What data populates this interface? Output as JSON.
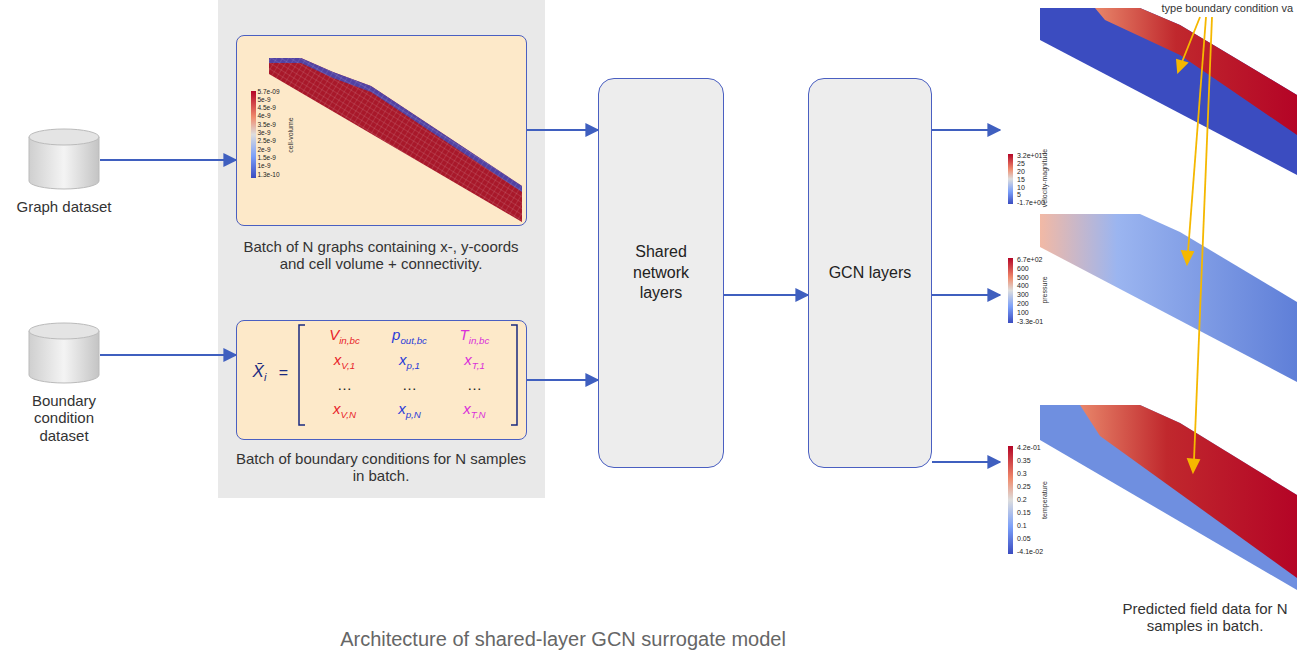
{
  "diagram": {
    "caption": "Architecture of shared-layer GCN surrogate model",
    "nodes": [
      {
        "text": [
          "Graph dataset"
        ]
      },
      {
        "text": [
          "5.7e-09",
          "5e-9",
          "4.5e-9",
          "4e-9",
          "3.5e-9",
          "3e-9",
          "2.5e-9",
          "2e-9",
          "1.5e-9",
          "1e-9",
          "1.3e-10",
          "cell-volume",
          "Batch of N graphs containing x-, y-coords and cell volume + connectivity."
        ]
      },
      {
        "text": [
          "Boundary condition dataset"
        ]
      },
      {
        "text": [
          "X̄i",
          "=",
          "Vin,bc",
          "pout,bc",
          "Tin,bc",
          "xV,1",
          "xp,1",
          "xT,1",
          "…",
          "…",
          "…",
          "xV,N",
          "xp,N",
          "xT,N",
          "Batch of boundary conditions for N samples in batch."
        ]
      },
      {
        "text": [
          "Shared network layers"
        ]
      },
      {
        "text": [
          "GCN layers"
        ]
      },
      {
        "text": [
          "3.2e+01",
          "25",
          "20",
          "15",
          "10",
          "5",
          "-1.7e+00",
          "velocity-magnitude"
        ]
      },
      {
        "text": [
          "6.7e+02",
          "600",
          "500",
          "400",
          "300",
          "200",
          "100",
          "-3.3e-01",
          "pressure"
        ]
      },
      {
        "text": [
          "4.2e-01",
          "0.35",
          "0.3",
          "0.25",
          "0.2",
          "0.15",
          "0.1",
          "0.05",
          "-4.1e-02",
          "temperature"
        ]
      }
    ],
    "edges": [
      {
        "from": 0,
        "to": 1,
        "arrow": "to"
      },
      {
        "from": 2,
        "to": 3,
        "arrow": "to"
      },
      {
        "from": 1,
        "to": 4,
        "arrow": "to"
      },
      {
        "from": 3,
        "to": 4,
        "arrow": "to"
      },
      {
        "from": 4,
        "to": 5,
        "arrow": "to"
      },
      {
        "from": 5,
        "to": 6,
        "arrow": "to"
      },
      {
        "from": 5,
        "to": 7,
        "arrow": "to"
      },
      {
        "from": 5,
        "to": 8,
        "arrow": "to"
      }
    ],
    "labels": [
      "type boundary condition va",
      "Predicted field data for N samples in batch."
    ]
  }
}
